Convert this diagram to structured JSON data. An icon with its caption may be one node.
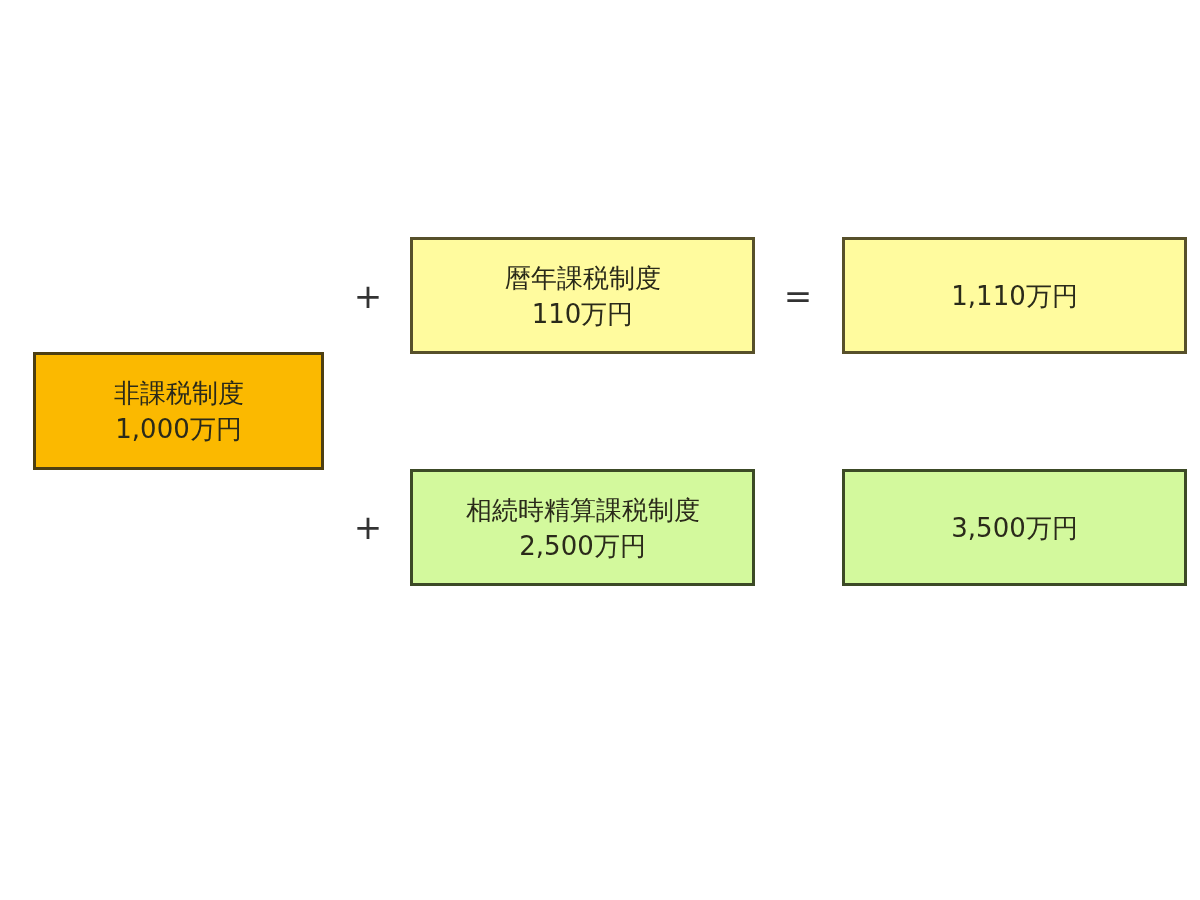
{
  "diagram": {
    "nodes": [
      {
        "text": [
          "非課税制度",
          "1,000万円"
        ]
      },
      {
        "text": [
          "暦年課税制度",
          "110万円"
        ]
      },
      {
        "text": [
          "1,110万円"
        ]
      },
      {
        "text": [
          "相続時精算課税制度",
          "2,500万円"
        ]
      },
      {
        "text": [
          "3,500万円"
        ]
      }
    ],
    "edges": [],
    "labels": [
      "+",
      "=",
      "+"
    ]
  }
}
